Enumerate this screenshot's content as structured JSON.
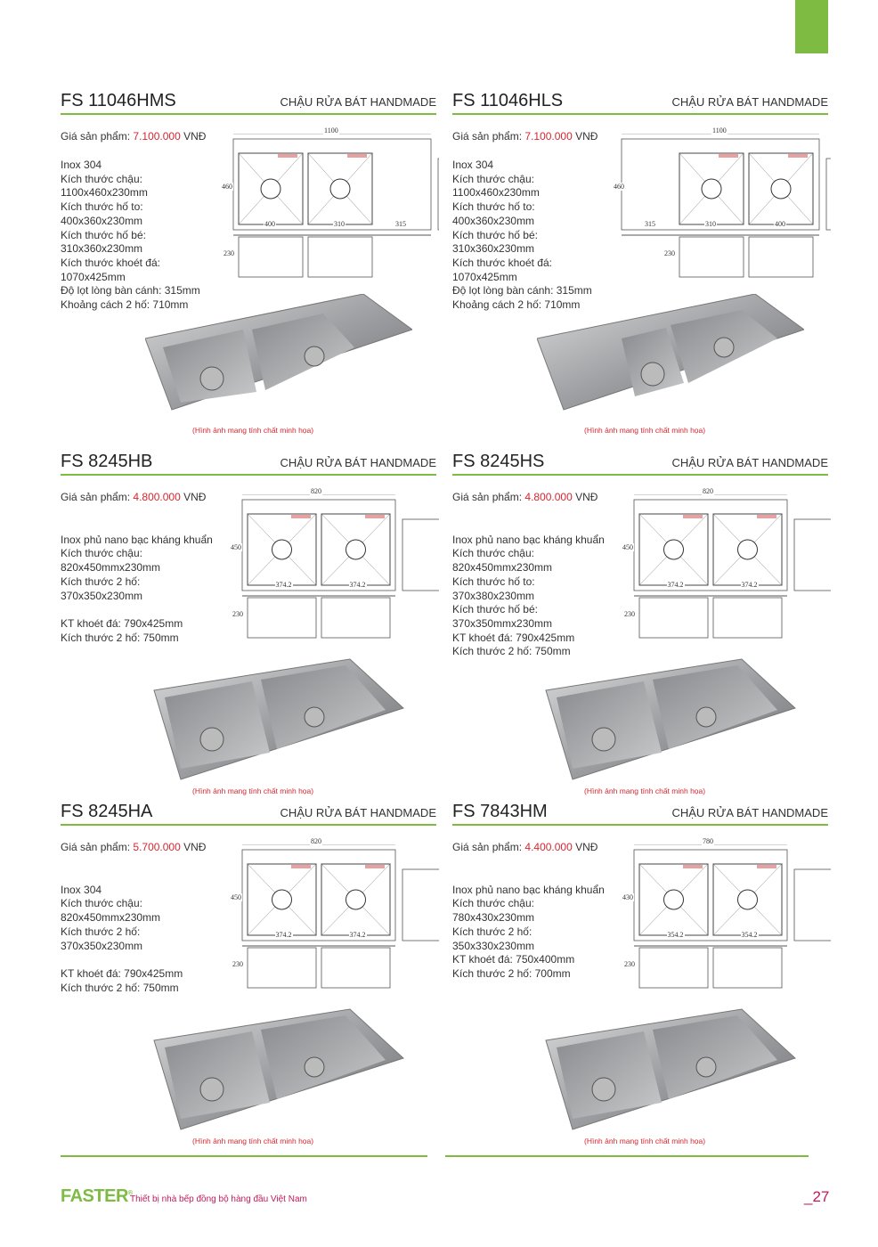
{
  "price_label": "Giá sản phẩm:",
  "currency": "VNĐ",
  "caption": "(Hình ảnh mang tính chất minh họa)",
  "colors": {
    "accent": "#7dbb42",
    "price": "#d6262f",
    "footer_text": "#c2185b"
  },
  "products": [
    {
      "model": "FS 11046HMS",
      "category": "CHẬU RỬA BÁT HANDMADE",
      "price": "7.100.000",
      "specs": [
        "Inox 304",
        "Kích thước chậu:",
        "1100x460x230mm",
        "Kích thước hố to:",
        "400x360x230mm",
        "Kích thước hố bé:",
        "310x360x230mm",
        "Kích thước khoét đá:",
        "1070x425mm",
        "Độ lọt lòng bàn cánh: 315mm",
        "Khoảng cách 2 hố: 710mm"
      ],
      "dims": {
        "width": "1100",
        "height": "460",
        "depth": "230",
        "bowl_a": "400",
        "bowl_b": "310",
        "wing": "315"
      },
      "wing": "right"
    },
    {
      "model": "FS 11046HLS",
      "category": "CHẬU RỬA BÁT HANDMADE",
      "price": "7.100.000",
      "specs": [
        "Inox 304",
        "Kích thước chậu:",
        "1100x460x230mm",
        "Kích thước hố to:",
        "400x360x230mm",
        "Kích thước hố bé:",
        "310x360x230mm",
        "Kích thước khoét đá:",
        "1070x425mm",
        "Độ lọt lòng bàn cánh: 315mm",
        "Khoảng cách 2 hố: 710mm"
      ],
      "dims": {
        "width": "1100",
        "height": "460",
        "depth": "230",
        "bowl_a": "310",
        "bowl_b": "400",
        "wing": "315"
      },
      "wing": "left"
    },
    {
      "model": "FS 8245HB",
      "category": "CHẬU RỬA BÁT HANDMADE",
      "price": "4.800.000",
      "specs": [
        "",
        "Inox phủ nano bạc kháng khuẩn",
        "Kích thước chậu:",
        "820x450mmx230mm",
        "Kích thước 2 hố:",
        "370x350x230mm",
        "",
        "KT khoét đá: 790x425mm",
        "Kích thước 2 hố: 750mm"
      ],
      "dims": {
        "width": "820",
        "height": "450",
        "depth": "230",
        "bowl_a": "374.2",
        "bowl_b": "374.2"
      },
      "wing": "none"
    },
    {
      "model": "FS 8245HS",
      "category": "CHẬU RỬA BÁT HANDMADE",
      "price": "4.800.000",
      "specs": [
        "",
        "Inox phủ nano bạc kháng khuẩn",
        "Kích thước chậu:",
        "820x450mmx230mm",
        "Kích thước hố to:",
        "370x380x230mm",
        "Kích thước hố bé:",
        "370x350mmx230mm",
        "KT khoét đá: 790x425mm",
        "Kích thước 2 hố: 750mm"
      ],
      "dims": {
        "width": "820",
        "height": "450",
        "depth": "230",
        "bowl_a": "374.2",
        "bowl_b": "374.2"
      },
      "wing": "none"
    },
    {
      "model": "FS 8245HA",
      "category": "CHẬU RỬA BÁT HANDMADE",
      "price": "5.700.000",
      "specs": [
        "",
        "Inox 304",
        "Kích thước chậu:",
        "820x450mmx230mm",
        "Kích thước 2 hố:",
        "370x350x230mm",
        "",
        "KT khoét đá: 790x425mm",
        "Kích thước 2 hố: 750mm"
      ],
      "dims": {
        "width": "820",
        "height": "450",
        "depth": "230",
        "bowl_a": "374.2",
        "bowl_b": "374.2"
      },
      "wing": "none"
    },
    {
      "model": "FS 7843HM",
      "category": "CHẬU RỬA BÁT HANDMADE",
      "price": "4.400.000",
      "specs": [
        "",
        "Inox phủ nano bạc kháng khuẩn",
        "Kích thước chậu:",
        "780x430x230mm",
        "Kích thước 2 hố:",
        "350x330x230mm",
        "KT khoét đá: 750x400mm",
        "Kích thước 2 hố: 700mm"
      ],
      "dims": {
        "width": "780",
        "height": "430",
        "depth": "230",
        "bowl_a": "354.2",
        "bowl_b": "354.2"
      },
      "wing": "none"
    }
  ],
  "footer": {
    "brand": "FASTER",
    "registered": "®",
    "slogan": "Thiết bị nhà bếp đồng bộ hàng đầu Việt Nam",
    "page_number": "_27"
  }
}
